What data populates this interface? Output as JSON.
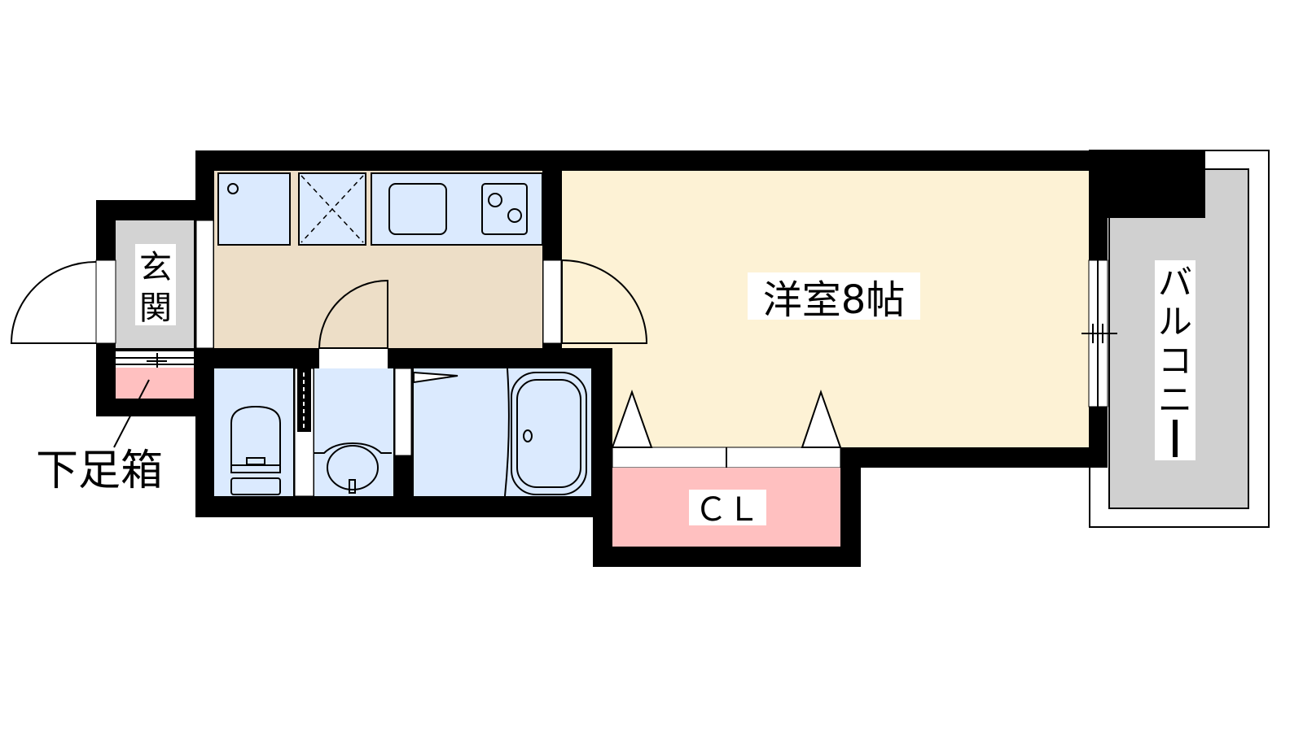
{
  "floorplan": {
    "rooms": {
      "western_room": "洋室8帖",
      "entrance": [
        "玄",
        "関"
      ],
      "closet": "ＣＬ",
      "balcony": [
        "バ",
        "ル",
        "コ",
        "ニ",
        "ー"
      ],
      "shoe_cabinet": "下足箱"
    },
    "colors": {
      "wall": "#000000",
      "western_room": "#fdf2d5",
      "kitchen": "#eddec7",
      "wet_area": "#dbeafe",
      "entrance": "#d3d3d3",
      "balcony": "#d0d0d0",
      "storage": "#ffc0c0"
    }
  }
}
